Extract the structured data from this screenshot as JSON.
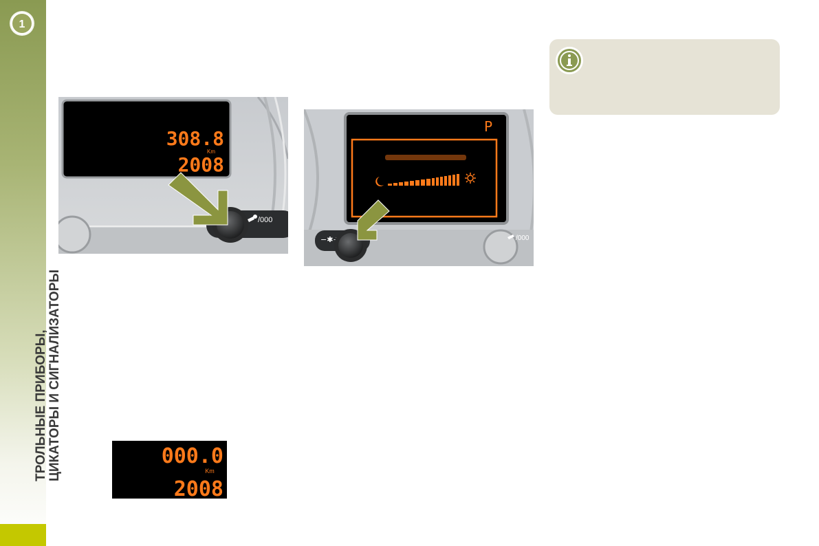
{
  "chapter": {
    "number": "1"
  },
  "sidebar": {
    "title_line1": "ТРОЛЬНЫЕ ПРИБОРЫ,",
    "title_line2": "ЦИКАТОРЫ И СИГНАЛИЗАТОРЫ"
  },
  "figure1": {
    "odometer": "308.8",
    "unit": "Km",
    "year": "2008",
    "button_label": "/000"
  },
  "figure2": {
    "gear": "P",
    "button_label": "/000"
  },
  "figure3": {
    "odometer": "000.0",
    "unit": "Km",
    "year": "2008"
  },
  "colors": {
    "accent": "#8a9a52",
    "display_orange": "#ff7a1a",
    "arrow": "#8b9540",
    "page_tab": "#c4c800",
    "note_bg": "#e6e3d6"
  },
  "icons": {
    "chapter": "chapter-number-badge",
    "info": "info-icon",
    "arrow": "arrow-icon",
    "wrench": "wrench-icon",
    "brightness": "brightness-icon",
    "moon": "moon-icon",
    "sun": "sun-icon"
  }
}
